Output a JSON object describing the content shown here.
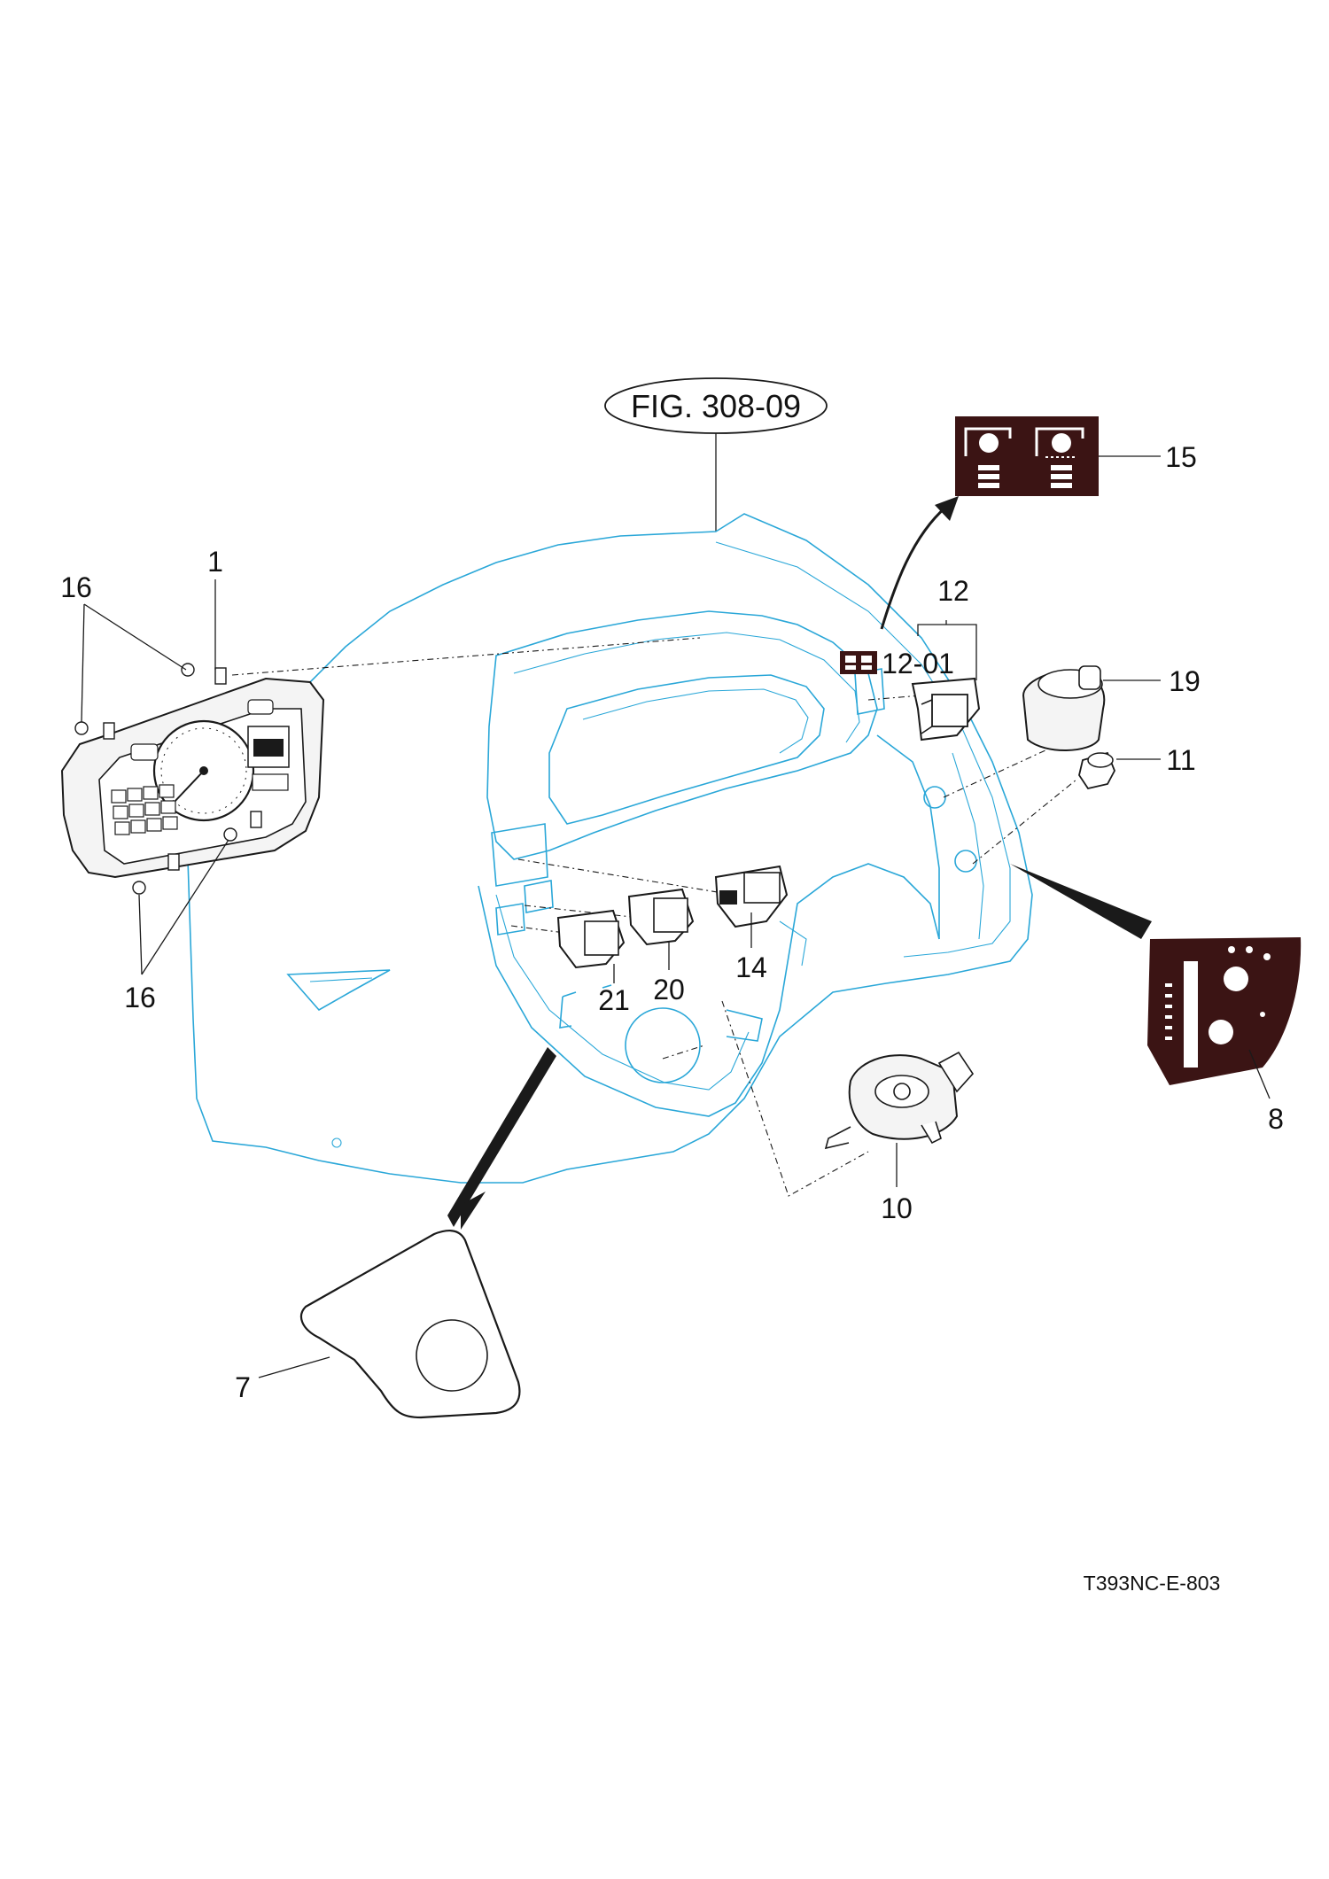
{
  "figure_ref": "FIG. 308-09",
  "drawing_code": "T393NC-E-803",
  "callouts": [
    "1",
    "16",
    "16",
    "12",
    "12-01",
    "15",
    "19",
    "11",
    "8",
    "10",
    "14",
    "20",
    "21",
    "7"
  ],
  "colors": {
    "panel_outline": "#2aa7d8",
    "part_ink": "#1a1a1a",
    "decal_fill": "#3b1414",
    "label_text": "#111111"
  }
}
